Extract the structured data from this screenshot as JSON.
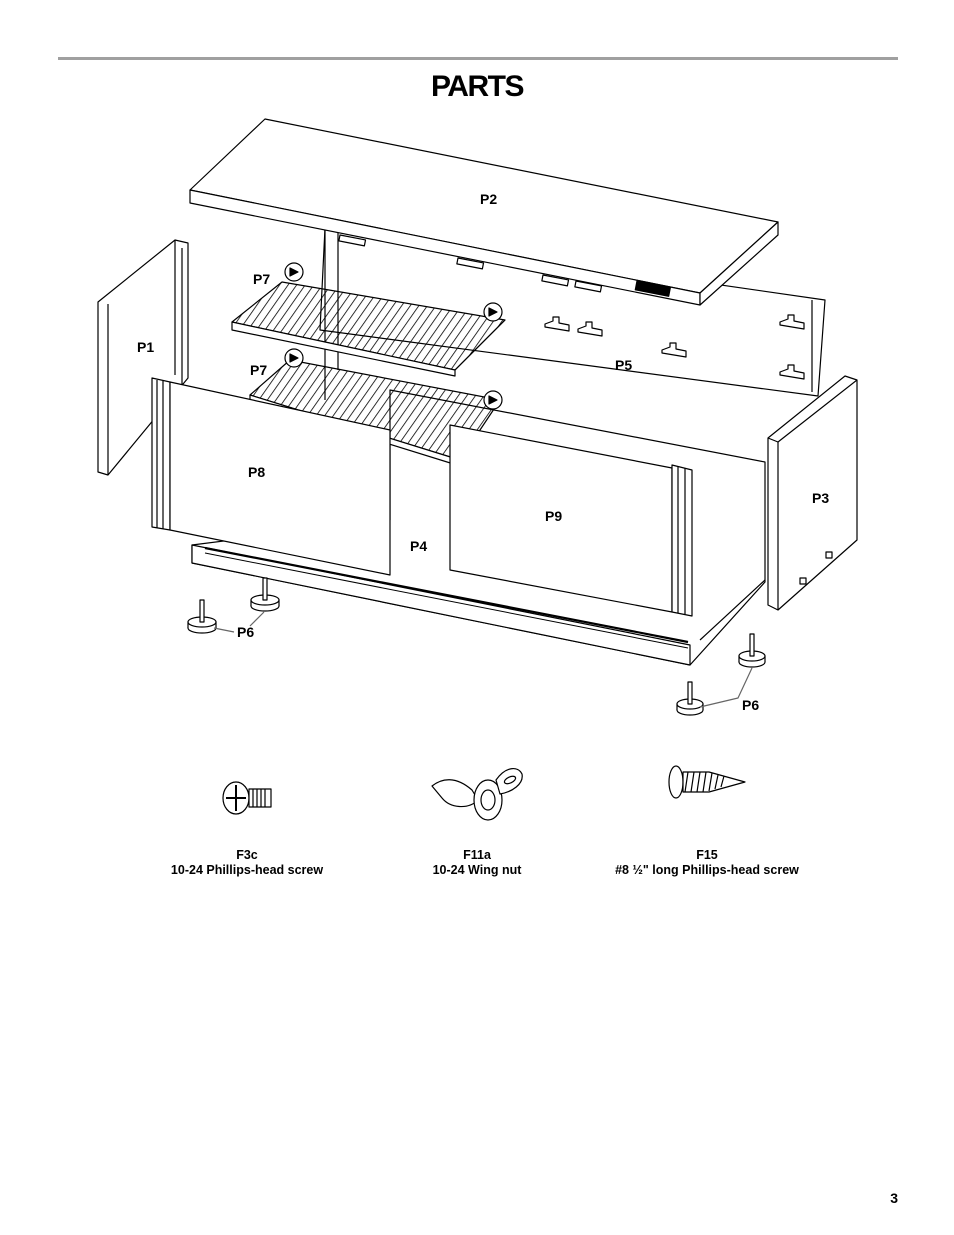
{
  "page": {
    "title": "PARTS",
    "page_number": "3"
  },
  "parts": {
    "p1": "P1",
    "p2": "P2",
    "p3": "P3",
    "p4": "P4",
    "p5": "P5",
    "p6": "P6",
    "p7": "P7",
    "p8": "P8",
    "p9": "P9"
  },
  "fasteners": [
    {
      "code": "F3c",
      "description": "10-24 Phillips-head screw"
    },
    {
      "code": "F11a",
      "description": "10-24 Wing nut"
    },
    {
      "code": "F15",
      "description": "#8 ½\" long Phillips-head screw"
    }
  ]
}
